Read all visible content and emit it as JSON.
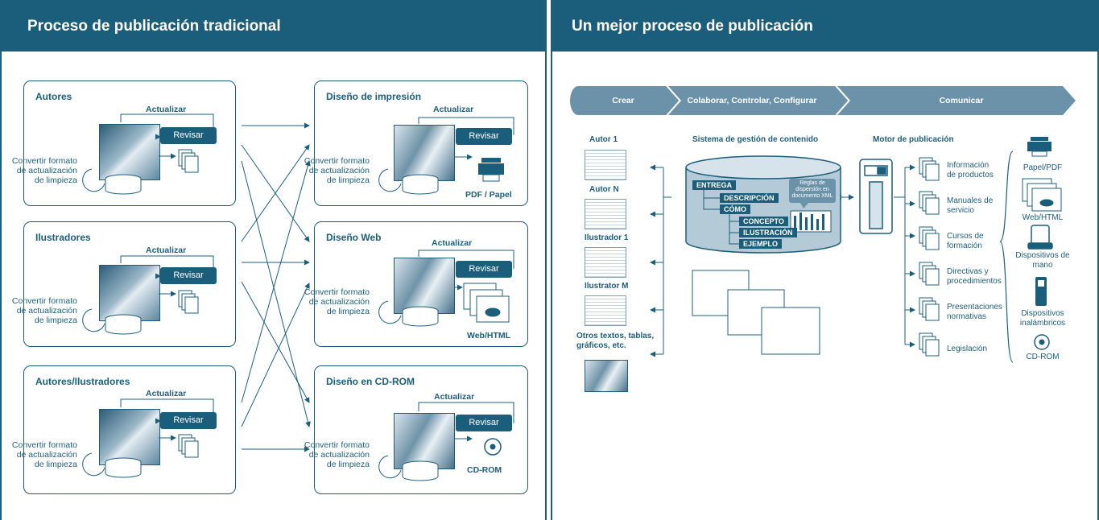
{
  "left_panel": {
    "title": "Proceso de publicación tradicional",
    "sources": [
      {
        "title": "Autores"
      },
      {
        "title": "Ilustradores"
      },
      {
        "title": "Autores/Ilustradores"
      }
    ],
    "targets": [
      {
        "title": "Diseño de impresión",
        "output": "PDF / Papel",
        "output_icon": "printer-icon"
      },
      {
        "title": "Diseño Web",
        "output": "Web/HTML",
        "output_icon": "web-pages-icon"
      },
      {
        "title": "Diseño en CD-ROM",
        "output": "CD-ROM",
        "output_icon": "cd-icon"
      }
    ],
    "update_label": "Actualizar",
    "review_label": "Revisar",
    "convert_label": "Convertir formato de actualización de limpieza"
  },
  "right_panel": {
    "title": "Un mejor proceso de publicación",
    "phases": [
      "Crear",
      "Colaborar, Controlar, Configurar",
      "Comunicar"
    ],
    "authors": [
      "Autor 1",
      "Autor N",
      "Ilustrador 1",
      "Ilustrator M",
      "Otros textos, tablas, gráficos, etc."
    ],
    "cms_title": "Sistema de gestión de contenido",
    "engine_title": "Motor de publicación",
    "xml_tags": [
      "ENTREGA",
      "DESCRIPCIÓN",
      "CÓMO",
      "CONCEPTO",
      "ILUSTRACIÓN",
      "EJEMPLO"
    ],
    "xml_rules": "Reglas de dispersión en documento XML",
    "documents": [
      "Información de productos",
      "Manuales de servicio",
      "Cursos de formación",
      "Directivas y procedimientos",
      "Presentaciones normativas",
      "Legislación"
    ],
    "outputs": [
      "Papel/PDF",
      "Web/HTML",
      "Dispositivos de mano",
      "Dispositivos inalámbricos",
      "CD-ROM"
    ]
  },
  "colors": {
    "primary": "#1a5e7c",
    "phase_bar": "#6b92a9",
    "cylinder": "#b4cad6"
  }
}
